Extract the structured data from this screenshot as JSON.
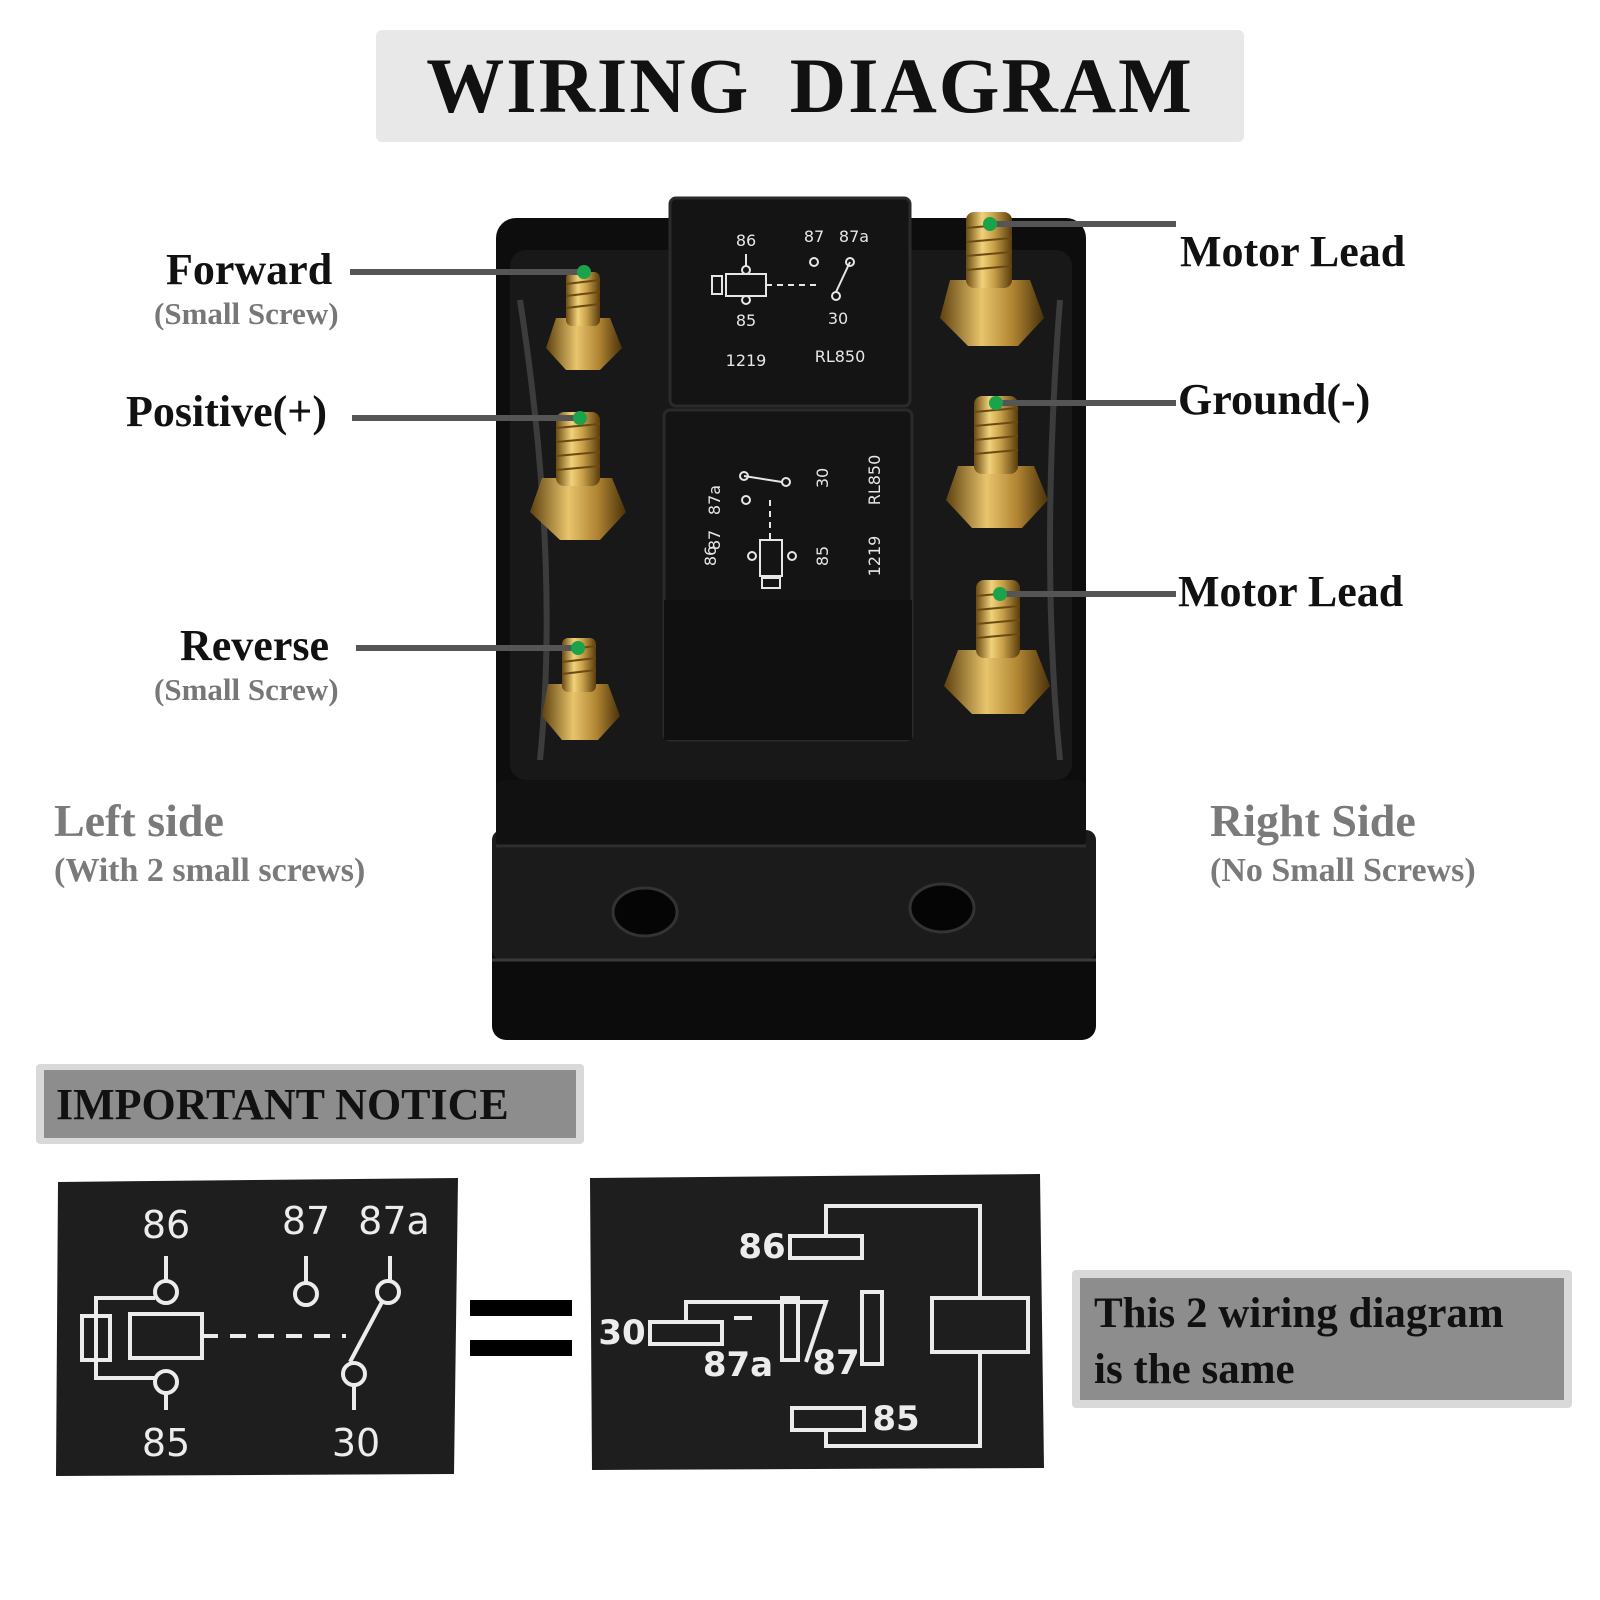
{
  "title": "WIRING  DIAGRAM",
  "callouts": {
    "forward": {
      "label": "Forward",
      "sub": "(Small Screw)"
    },
    "positive": {
      "label": "Positive(+)"
    },
    "reverse": {
      "label": "Reverse",
      "sub": "(Small Screw)"
    },
    "motor_lead_top": {
      "label": "Motor Lead"
    },
    "ground": {
      "label": "Ground(-)"
    },
    "motor_lead_bottom": {
      "label": "Motor Lead"
    }
  },
  "sides": {
    "left": {
      "label": "Left side",
      "sub": "(With 2 small screws)"
    },
    "right": {
      "label": "Right Side",
      "sub": "(No Small Screws)"
    }
  },
  "relay_top": {
    "pin86": "86",
    "pin87": "87",
    "pin87a": "87a",
    "pin85": "85",
    "pin30": "30",
    "code": "1219",
    "model": "RL850"
  },
  "relay_bottom": {
    "pin86": "86",
    "pin87": "87",
    "pin87a": "87a",
    "pin85": "85",
    "pin30": "30",
    "code": "1219",
    "model": "RL850"
  },
  "notice": {
    "title": "IMPORTANT NOTICE"
  },
  "diagram_left": {
    "pin86": "86",
    "pin87": "87",
    "pin87a": "87a",
    "pin85": "85",
    "pin30": "30"
  },
  "diagram_right": {
    "pin86": "86",
    "pin30": "30",
    "pin87a": "87a",
    "pin87": "87",
    "pin85": "85"
  },
  "same_note": {
    "line1": "This 2 wiring diagram",
    "line2": "is the same"
  },
  "colors": {
    "marker": "#1aa34a",
    "callout_line": "#555555",
    "panel": "#1e1e1e",
    "brass": "#c9a24a"
  }
}
